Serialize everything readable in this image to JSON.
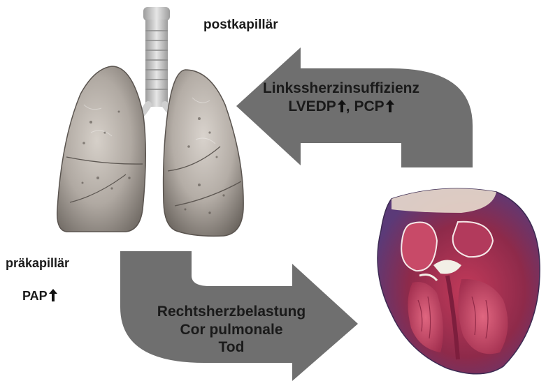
{
  "labels": {
    "postkapillar": "postkapillär",
    "prakapillar": "präkapillär",
    "pap": "PAP"
  },
  "top_arrow": {
    "line1": "Linkssherzinsuffizienz",
    "line2_a": "LVEDP",
    "line2_b": ", PCP"
  },
  "bottom_arrow": {
    "line1": "Rechtsherzbelastung",
    "line2": "Cor pulmonale",
    "line3": "Tod"
  },
  "icons": {
    "lungs": "lungs-illustration",
    "heart": "heart-cross-section",
    "increase": "up-arrow-icon"
  },
  "colors": {
    "arrow_gray": "#6f6f6f",
    "lung_gray": "#a8a29c",
    "heart_red": "#9b2343",
    "heart_purple": "#6f4a8e"
  }
}
